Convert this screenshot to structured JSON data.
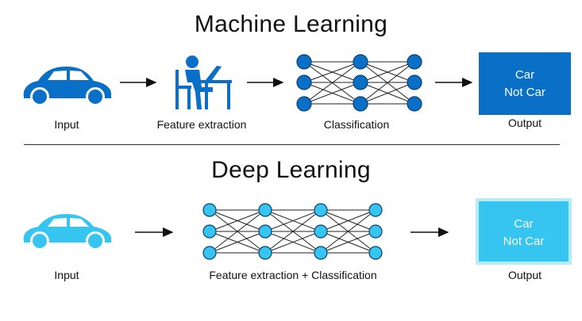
{
  "ml": {
    "title": "Machine Learning",
    "input_label": "Input",
    "feature_label": "Feature extraction",
    "classification_label": "Classification",
    "output_label": "Output",
    "output_options": [
      "Car",
      "Not Car"
    ]
  },
  "dl": {
    "title": "Deep Learning",
    "input_label": "Input",
    "combined_label": "Feature extraction + Classification",
    "output_label": "Output",
    "output_options": [
      "Car",
      "Not Car"
    ]
  },
  "colors": {
    "ml_blue": "#0a6fc7",
    "dl_blue": "#35c5f0",
    "dl_border": "#b6ecf7",
    "dark_node_stroke": "#0a3f6e",
    "text": "#111111"
  },
  "icons": {
    "ml_input": "car-icon",
    "ml_feature": "person-at-laptop-icon",
    "dl_input": "car-icon"
  }
}
